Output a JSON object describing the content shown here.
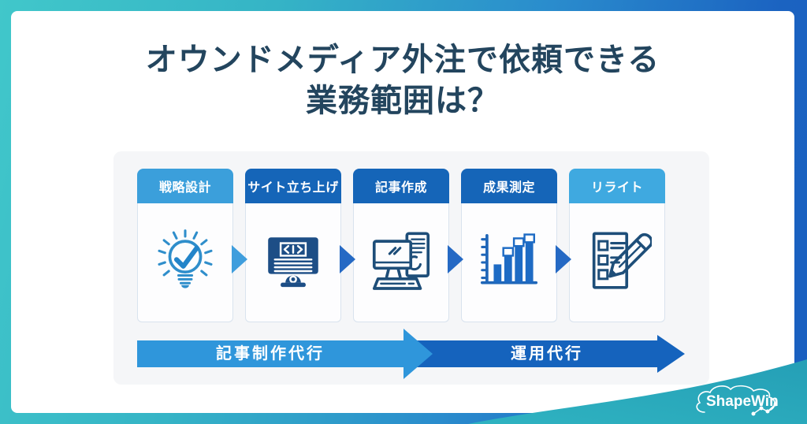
{
  "title": {
    "line1": "オウンドメディア外注で依頼できる",
    "line2": "業務範囲は？"
  },
  "flow": {
    "steps": [
      {
        "label": "戦略設計",
        "icon": "lightbulb-check-icon",
        "header_color": "#3b9fdb"
      },
      {
        "label": "サイト立ち上げ",
        "icon": "monitor-code-icon",
        "header_color": "#1565b8"
      },
      {
        "label": "記事作成",
        "icon": "desktop-document-icon",
        "header_color": "#1565b8"
      },
      {
        "label": "成果測定",
        "icon": "bar-chart-icon",
        "header_color": "#1565b8"
      },
      {
        "label": "リライト",
        "icon": "checklist-pencil-icon",
        "header_color": "#3fa9e0"
      }
    ],
    "connector_colors": [
      "#3f9edd",
      "#2569c4",
      "#2569c4",
      "#2569c4"
    ]
  },
  "ranges": [
    {
      "label": "記事制作代行",
      "color": "#2f96db"
    },
    {
      "label": "運用代行",
      "color": "#1563bd"
    }
  ],
  "logo": {
    "text": "ShapeWin"
  },
  "colors": {
    "frame_teal": "#3cc6c9",
    "frame_blue": "#1b63c1",
    "swoosh_teal": "#2baabc",
    "title_text": "#23455e",
    "panel_bg": "#f5f6f8",
    "icon_navy": "#1e4e79",
    "icon_light_blue": "#2f8ecb",
    "bar_blue": "#1e6bc4"
  }
}
